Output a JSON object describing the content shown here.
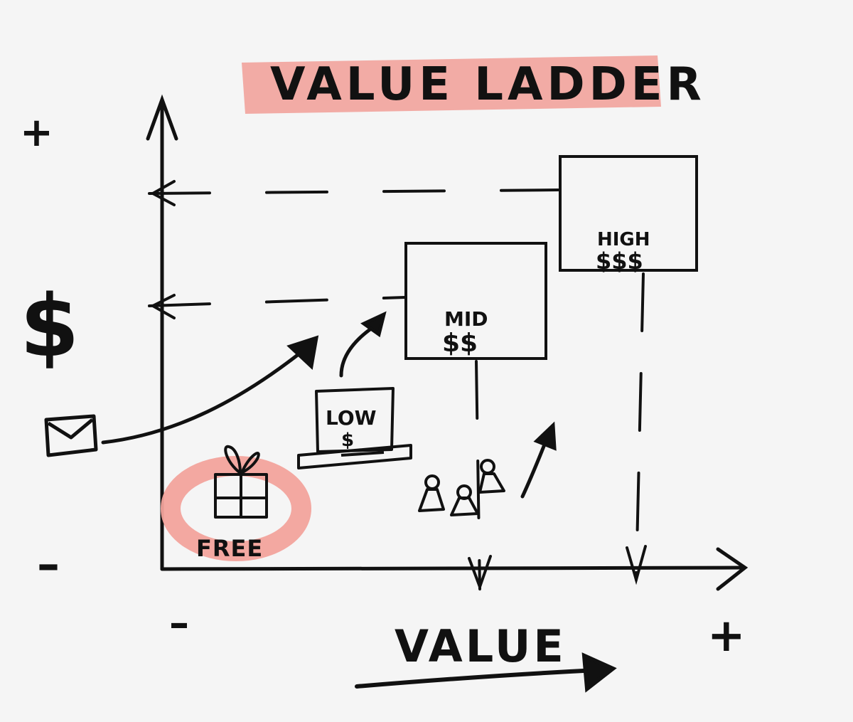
{
  "title": "VALUE LADDER",
  "axes": {
    "y_label": "$",
    "x_label": "VALUE",
    "y_plus": "+",
    "y_minus": "–",
    "x_minus": "–",
    "x_plus": "+"
  },
  "tiers": {
    "free": "FREE",
    "low_line1": "LOW",
    "low_line2": "$",
    "mid_line1": "MID",
    "mid_line2": "$$",
    "high_line1": "HIGH",
    "high_line2": "$$$"
  },
  "icons": [
    "envelope-icon",
    "gift-icon",
    "laptop-icon",
    "people-icon"
  ],
  "colors": {
    "ink": "#111111",
    "highlight": "#f2a39c",
    "background": "#f5f5f5"
  }
}
